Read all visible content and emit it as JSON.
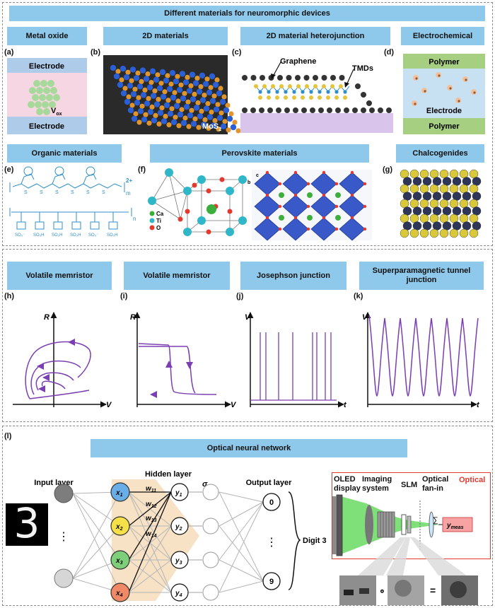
{
  "top": {
    "title": "Different materials for neuromorphic devices",
    "sections": {
      "metal_oxide": "Metal oxide",
      "materials_2d": "2D materials",
      "heterojunction": "2D material heterojunction",
      "electrochemical": "Electrochemical",
      "organic": "Organic materials",
      "perovskite": "Perovskite materials",
      "chalcogenides": "Chalcogenides"
    },
    "panel_labels": [
      "(a)",
      "(b)",
      "(c)",
      "(d)",
      "(e)",
      "(f)",
      "(g)"
    ],
    "metal_oxide": {
      "top_electrode": "Electrode",
      "bottom_electrode": "Electrode",
      "vacancy": "V",
      "vacancy_sub": "ox"
    },
    "materials_2d": {
      "label": "MoS",
      "label_sub": "2"
    },
    "heterojunction": {
      "graphene": "Graphene",
      "tmds": "TMDs"
    },
    "electrochemical": {
      "top": "Polymer",
      "middle": "Electrode",
      "bottom": "Polymer"
    },
    "organic": {
      "charge": "2+",
      "m": "m",
      "n": "n",
      "s": "S",
      "acid": [
        "SO₃⁻",
        "SO₃H",
        "SO₃H",
        "SO₃H",
        "SO₃⁻",
        "SO₃H"
      ]
    },
    "perovskite": {
      "legend": [
        "Ca",
        "Ti",
        "O"
      ],
      "axis_c": "c",
      "axis_b": "b"
    }
  },
  "middle": {
    "sections": [
      "Volatile memristor",
      "Volatile memristor",
      "Josephson junction",
      "Superparamagnetic tunnel junction"
    ],
    "panel_labels": [
      "(h)",
      "(i)",
      "(j)",
      "(k)"
    ],
    "axes": {
      "h": {
        "y": "R",
        "x": "V"
      },
      "i": {
        "y": "R",
        "x": "V"
      },
      "j": {
        "y": "V",
        "x": "t"
      },
      "k": {
        "y": "V",
        "x": "t"
      }
    }
  },
  "bottom": {
    "panel_label": "(l)",
    "title": "Optical neural network",
    "input_layer": "Input layer",
    "hidden_layer": "Hidden layer",
    "output_layer": "Output layer",
    "sigma": "σ",
    "digit_label": "Digit 3",
    "digit": "3",
    "dots": "⋮",
    "hidden_nodes": [
      {
        "name": "x",
        "sub": "1",
        "color": "#6aaee8"
      },
      {
        "name": "x",
        "sub": "2",
        "color": "#f6e04a"
      },
      {
        "name": "x",
        "sub": "3",
        "color": "#7ecf7a"
      },
      {
        "name": "x",
        "sub": "4",
        "color": "#f08a66"
      }
    ],
    "y_nodes": [
      {
        "name": "y",
        "sub": "1"
      },
      {
        "name": "y",
        "sub": "2"
      },
      {
        "name": "y",
        "sub": "3"
      },
      {
        "name": "y",
        "sub": "4"
      }
    ],
    "weights": [
      {
        "name": "w",
        "sub": "11"
      },
      {
        "name": "w",
        "sub": "12"
      },
      {
        "name": "w",
        "sub": "13"
      },
      {
        "name": "w",
        "sub": "14"
      }
    ],
    "outputs": [
      "0",
      "9"
    ],
    "optical": {
      "oled": "OLED display",
      "imaging": "Imaging system",
      "slm": "SLM",
      "fanin": "Optical fan-in",
      "optical": "Optical",
      "sum": "∑",
      "ymeas": "y",
      "ymeas_sub": "meas",
      "op_circle": "∘",
      "op_equals": "="
    }
  }
}
